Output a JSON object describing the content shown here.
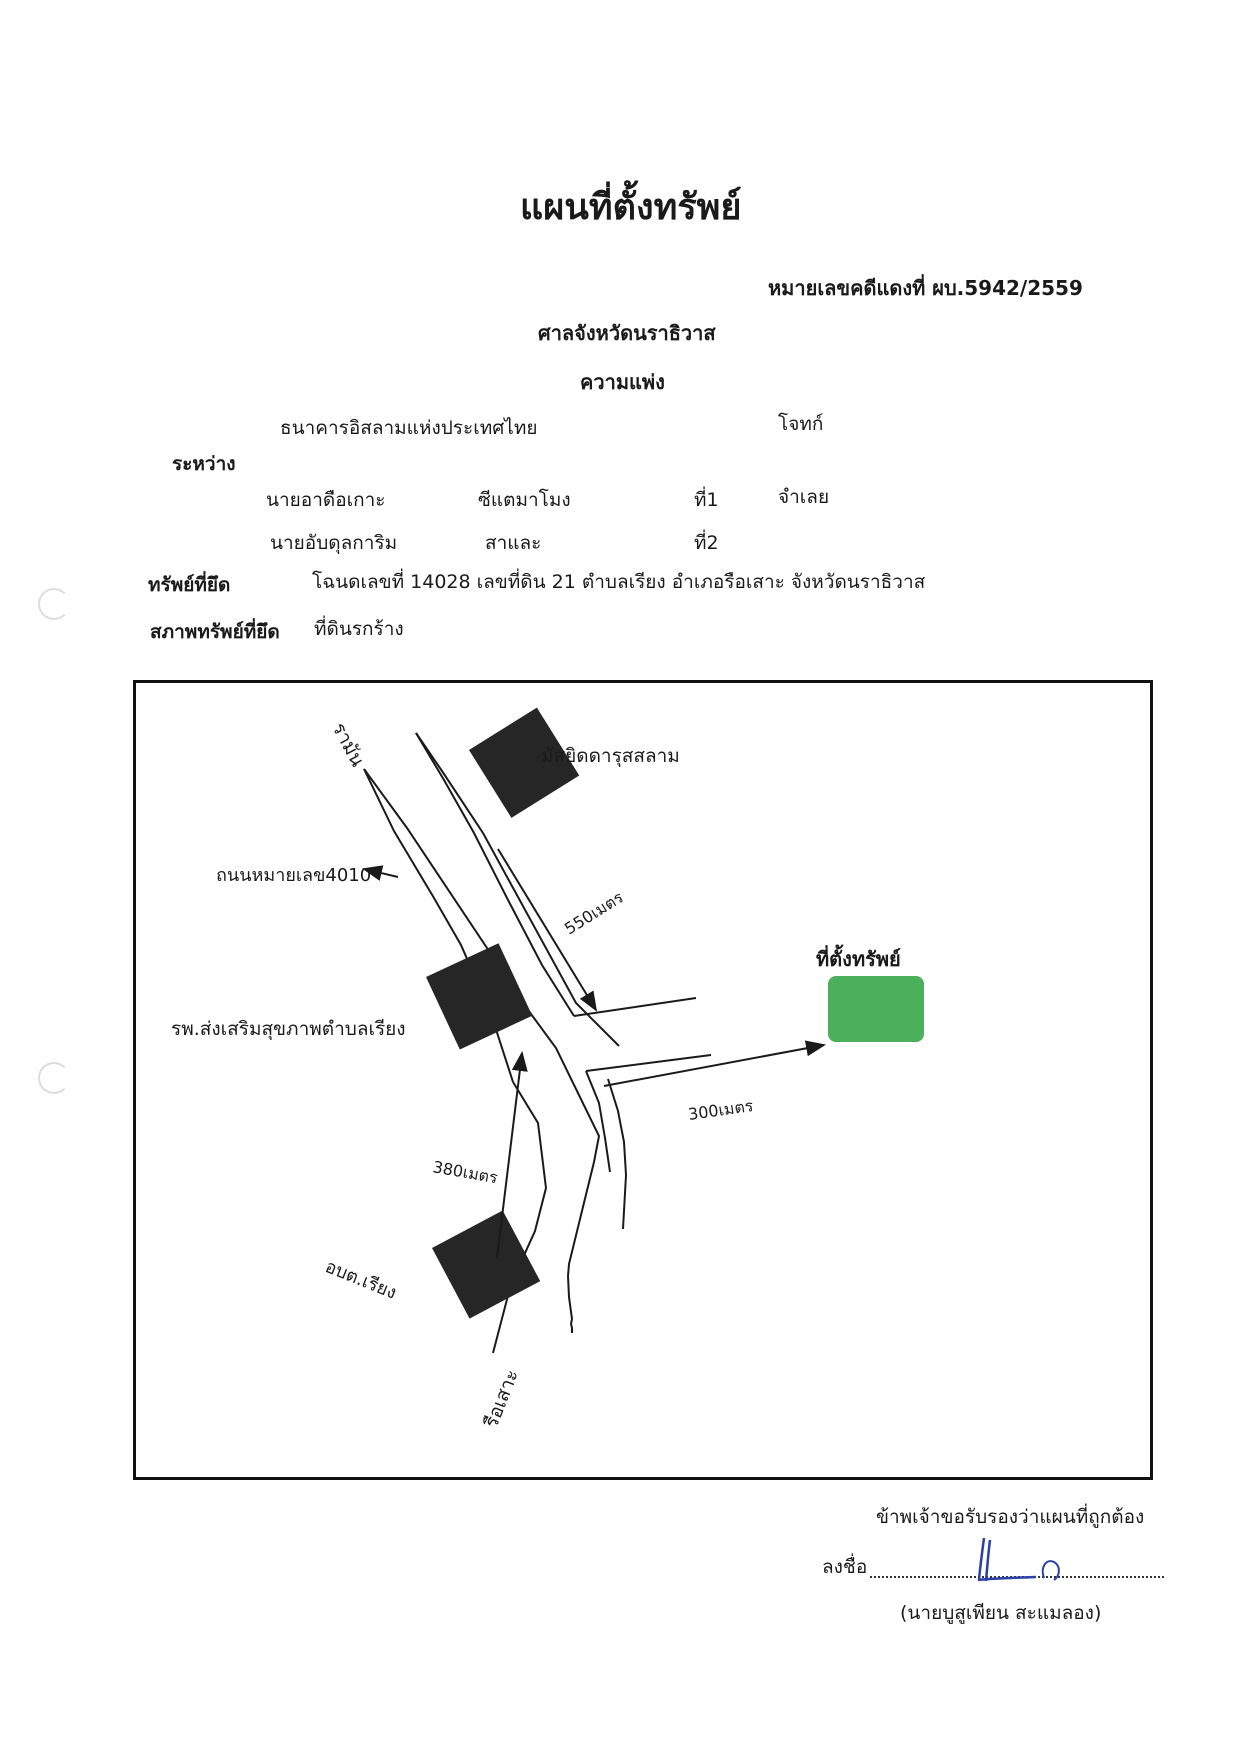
{
  "document": {
    "title": "แผนที่ตั้งทรัพย์",
    "case_number": "หมายเลขคดีแดงที่ ผบ.5942/2559",
    "court": "ศาลจังหวัดนราธิวาส",
    "case_type": "ความแพ่ง",
    "plaintiff": "ธนาคารอิสลามแห่งประเทศไทย",
    "plaintiff_role": "โจทก์",
    "between_label": "ระหว่าง",
    "defendants": [
      {
        "first": "นายอาดือเกาะ",
        "last": "ซีแตมาโมง",
        "order": "ที่1",
        "role": "จำเลย"
      },
      {
        "first": "นายอับดุลการิม",
        "last": "สาและ",
        "order": "ที่2",
        "role": ""
      }
    ],
    "seized_property_label": "ทรัพย์ที่ยึด",
    "seized_property_value": "โฉนดเลขที่ 14028 เลขที่ดิน 21 ตำบลเรียง  อำเภอรือเสาะ จังหวัดนราธิวาส",
    "property_condition_label": "สภาพทรัพย์ที่ยึด",
    "property_condition_value": "ที่ดินรกร้าง"
  },
  "map": {
    "road_top_label": "รามัน",
    "road_bottom_label": "รือเสาะ",
    "road_number_label": "ถนนหมายเลข4010",
    "mosque_label": "มัสยิดดารุสสลาม",
    "hospital_label": "รพ.ส่งเสริมสุขภาพตำบลเรียง",
    "obt_label": "อบต.เรียง",
    "property_label": "ที่ตั้งทรัพย์",
    "distance_550": "550เมตร",
    "distance_300": "300เมตร",
    "distance_380": "380เมตร",
    "building_color": "#262626",
    "property_color": "#4caf5c"
  },
  "certification": {
    "statement": "ข้าพเจ้าขอรับรองว่าแผนที่ถูกต้อง",
    "sign_label": "ลงชื่อ",
    "signer": "(นายบูสูเพียน  สะแมลอง)"
  }
}
